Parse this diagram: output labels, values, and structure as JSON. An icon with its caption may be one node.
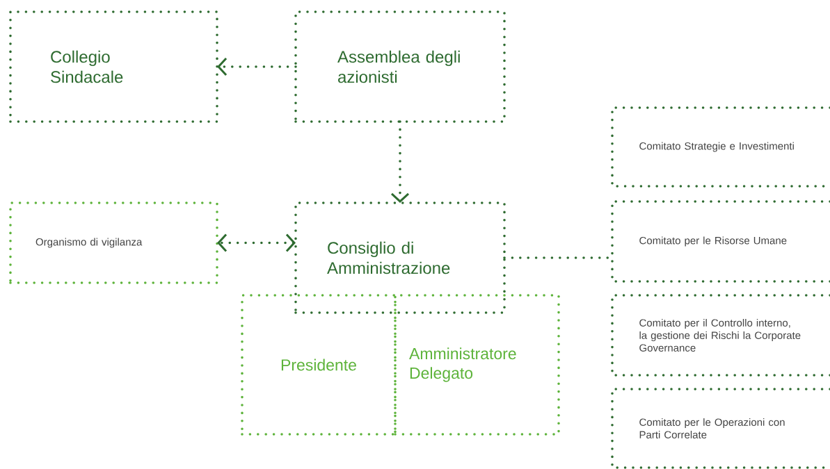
{
  "diagram": {
    "nodes": [
      {
        "text": [
          "Collegio Sindacale"
        ]
      },
      {
        "text": [
          "Assemblea degli azionisti"
        ]
      },
      {
        "text": [
          "Organismo di vigilanza"
        ]
      },
      {
        "text": [
          "Consiglio di Amministrazione"
        ]
      },
      {
        "text": [
          "Presidente"
        ]
      },
      {
        "text": [
          "Amministratore Delegato"
        ]
      },
      {
        "text": [
          "Comitato Strategie e Investimenti"
        ]
      },
      {
        "text": [
          "Comitato per le Risorse Umane"
        ]
      },
      {
        "text": [
          "Comitato per il Controllo interno, la gestione dei Rischi la Corporate Governance"
        ]
      },
      {
        "text": [
          "Comitato per le Operazioni con Parti Correlate"
        ]
      }
    ],
    "edges": [
      {
        "from": 1,
        "to": 0,
        "arrow": "to",
        "style": "dashed"
      },
      {
        "from": 1,
        "to": 3,
        "arrow": "to",
        "style": "dashed"
      },
      {
        "from": 3,
        "to": 2,
        "arrow": "both",
        "style": "dashed"
      },
      {
        "from": 3,
        "to": 7,
        "arrow": "none",
        "style": "dashed"
      }
    ]
  }
}
